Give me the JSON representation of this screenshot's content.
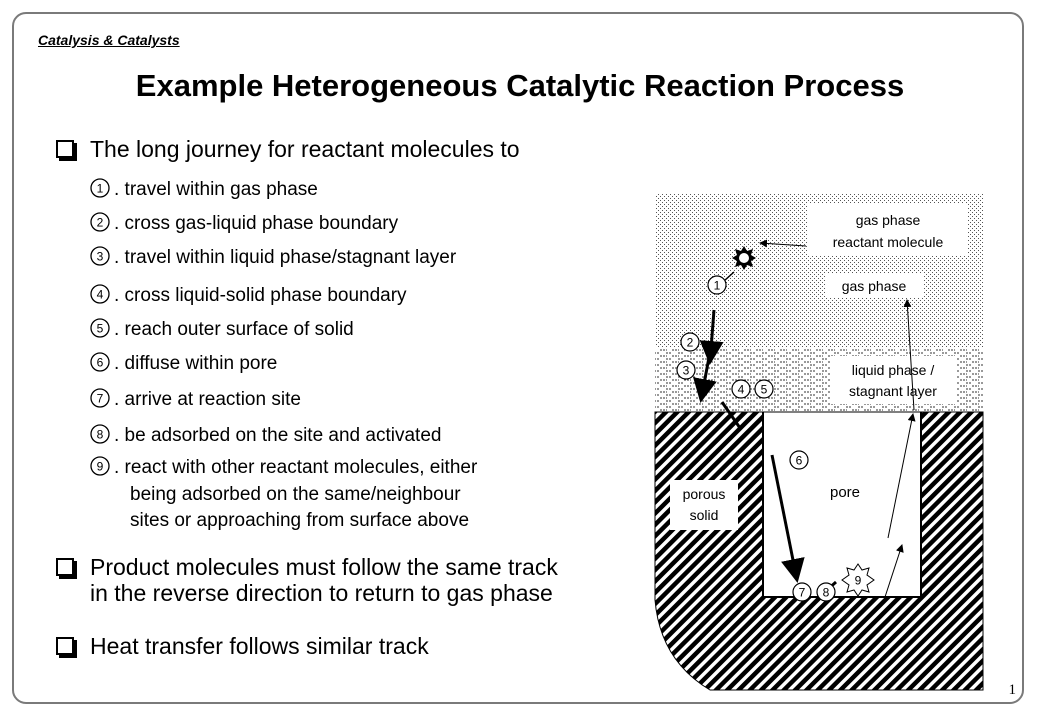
{
  "header": {
    "label": "Catalysis & Catalysts"
  },
  "title": "Example Heterogeneous Catalytic Reaction Process",
  "bullets": {
    "journey": "The long journey for reactant molecules to",
    "product": [
      "Product molecules must follow the same track",
      "in the reverse direction to return to gas phase"
    ],
    "heat": "Heat transfer follows similar track"
  },
  "steps": [
    {
      "n": "1",
      "text": ". travel within gas phase"
    },
    {
      "n": "2",
      "text": ". cross gas-liquid phase boundary"
    },
    {
      "n": "3",
      "text": ". travel within liquid phase/stagnant layer"
    },
    {
      "n": "4",
      "text": ". cross liquid-solid phase boundary"
    },
    {
      "n": "5",
      "text": ". reach outer surface of solid"
    },
    {
      "n": "6",
      "text": ". diffuse within pore"
    },
    {
      "n": "7",
      "text": ". arrive at reaction site"
    },
    {
      "n": "8",
      "text": ". be adsorbed on the site and activated"
    },
    {
      "n": "9",
      "text": ". react with other reactant molecules, either"
    }
  ],
  "step9_cont": [
    "being adsorbed on the same/neighbour",
    "sites or approaching from surface above"
  ],
  "diagram": {
    "label_molecule": [
      "gas phase",
      "reactant molecule"
    ],
    "label_gas": "gas phase",
    "label_liquid": [
      "liquid phase /",
      "stagnant layer"
    ],
    "label_solid": [
      "porous",
      "solid"
    ],
    "label_pore": "pore",
    "markers": [
      "1",
      "2",
      "3",
      "4",
      "5",
      "6",
      "7",
      "8",
      "9"
    ]
  },
  "page_number": "1"
}
